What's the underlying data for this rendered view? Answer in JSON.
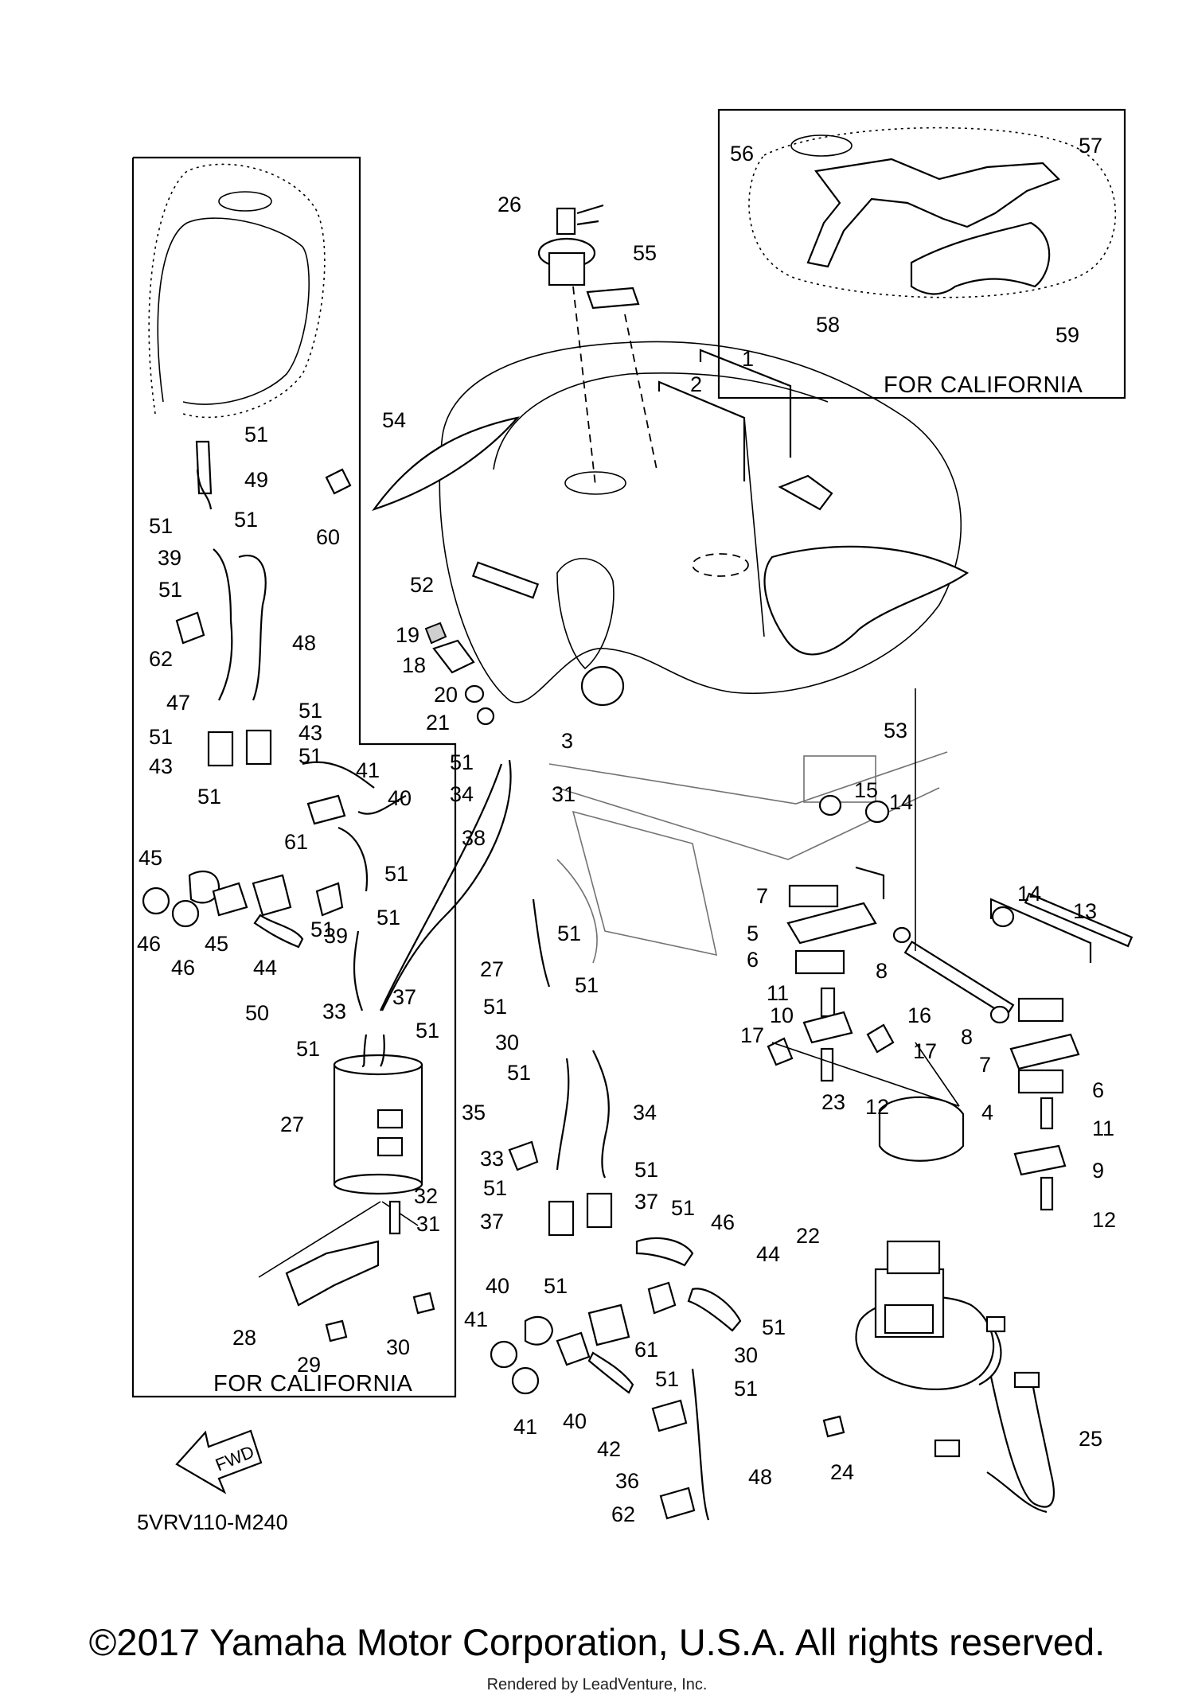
{
  "diagram": {
    "code": "5VRV110-M240",
    "fwd_label": "FWD",
    "copyright": "©2017 Yamaha Motor Corporation, U.S.A. All rights reserved.",
    "watermark": "Rendered by LeadVenture, Inc.",
    "california_labels": [
      "FOR CALIFORNIA",
      "FOR CALIFORNIA"
    ]
  },
  "callouts": {
    "left_box": [
      "51",
      "49",
      "51",
      "51",
      "39",
      "51",
      "60",
      "62",
      "48",
      "47",
      "51",
      "51",
      "43",
      "43",
      "51",
      "51",
      "45",
      "61",
      "46",
      "46",
      "45",
      "44"
    ],
    "middle": [
      "26",
      "55",
      "1",
      "2",
      "54",
      "52",
      "19",
      "18",
      "20",
      "21",
      "3",
      "53",
      "31",
      "51",
      "34",
      "41",
      "40",
      "38",
      "51",
      "51",
      "39",
      "51",
      "50",
      "33",
      "37",
      "51",
      "51",
      "27",
      "32",
      "31",
      "28",
      "29",
      "30"
    ],
    "lower_center": [
      "51",
      "27",
      "51",
      "51",
      "30",
      "51",
      "35",
      "34",
      "33",
      "51",
      "51",
      "37",
      "37",
      "51",
      "46",
      "44",
      "40",
      "51",
      "41",
      "61",
      "51",
      "30",
      "51",
      "51",
      "41",
      "40",
      "42",
      "36",
      "48",
      "62"
    ],
    "right": [
      "56",
      "57",
      "58",
      "59",
      "15",
      "14",
      "14",
      "13",
      "7",
      "5",
      "6",
      "8",
      "16",
      "8",
      "11",
      "10",
      "17",
      "17",
      "12",
      "7",
      "4",
      "6",
      "11",
      "9",
      "12",
      "23",
      "22",
      "24",
      "25"
    ]
  }
}
